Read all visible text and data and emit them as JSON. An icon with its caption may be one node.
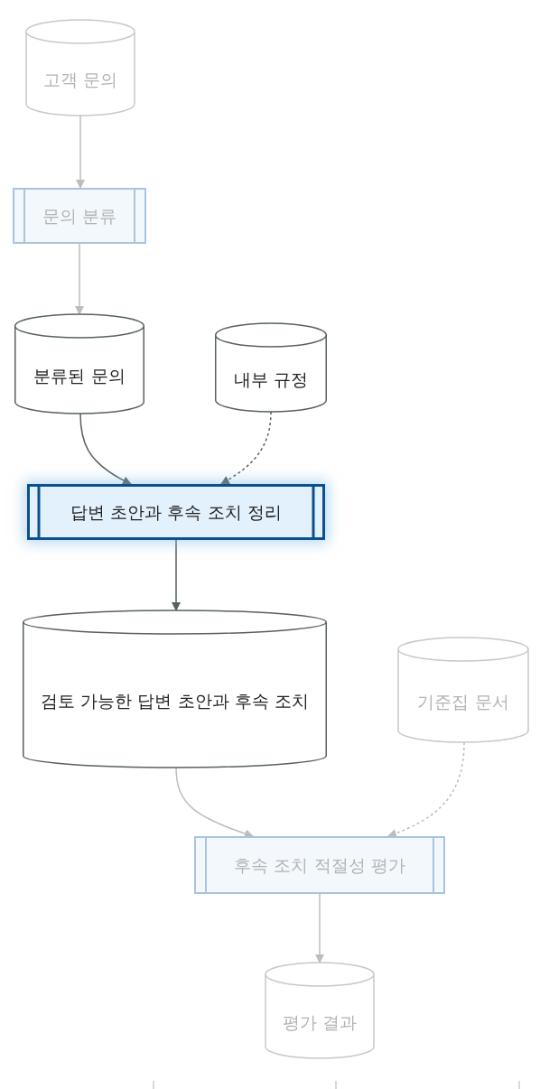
{
  "diagram": {
    "nodes": [
      {
        "text": [
          "고객 문의"
        ]
      },
      {
        "text": [
          "문의 분류"
        ]
      },
      {
        "text": [
          "분류된 문의"
        ]
      },
      {
        "text": [
          "내부 규정"
        ]
      },
      {
        "text": [
          "답변 초안과 후속 조치 정리"
        ]
      },
      {
        "text": [
          "검토 가능한 답변 초안과 후속 조치"
        ]
      },
      {
        "text": [
          "기준집 문서"
        ]
      },
      {
        "text": [
          "후속 조치 적절성 평가"
        ]
      },
      {
        "text": [
          "평가 결과"
        ]
      }
    ],
    "edges": [
      {
        "from": 0,
        "to": 1,
        "arrow": "to"
      },
      {
        "from": 1,
        "to": 2,
        "arrow": "to"
      },
      {
        "from": 2,
        "to": 4,
        "arrow": "to",
        "color": "#56625f"
      },
      {
        "from": 3,
        "to": 4,
        "arrow": "to",
        "style": "dashed",
        "color": "#56625f"
      },
      {
        "from": 4,
        "to": 5,
        "arrow": "to",
        "color": "#56625f"
      },
      {
        "from": 5,
        "to": 7,
        "arrow": "to"
      },
      {
        "from": 6,
        "to": 7,
        "arrow": "to",
        "style": "dashed"
      },
      {
        "from": 7,
        "to": 8,
        "arrow": "to"
      }
    ]
  }
}
